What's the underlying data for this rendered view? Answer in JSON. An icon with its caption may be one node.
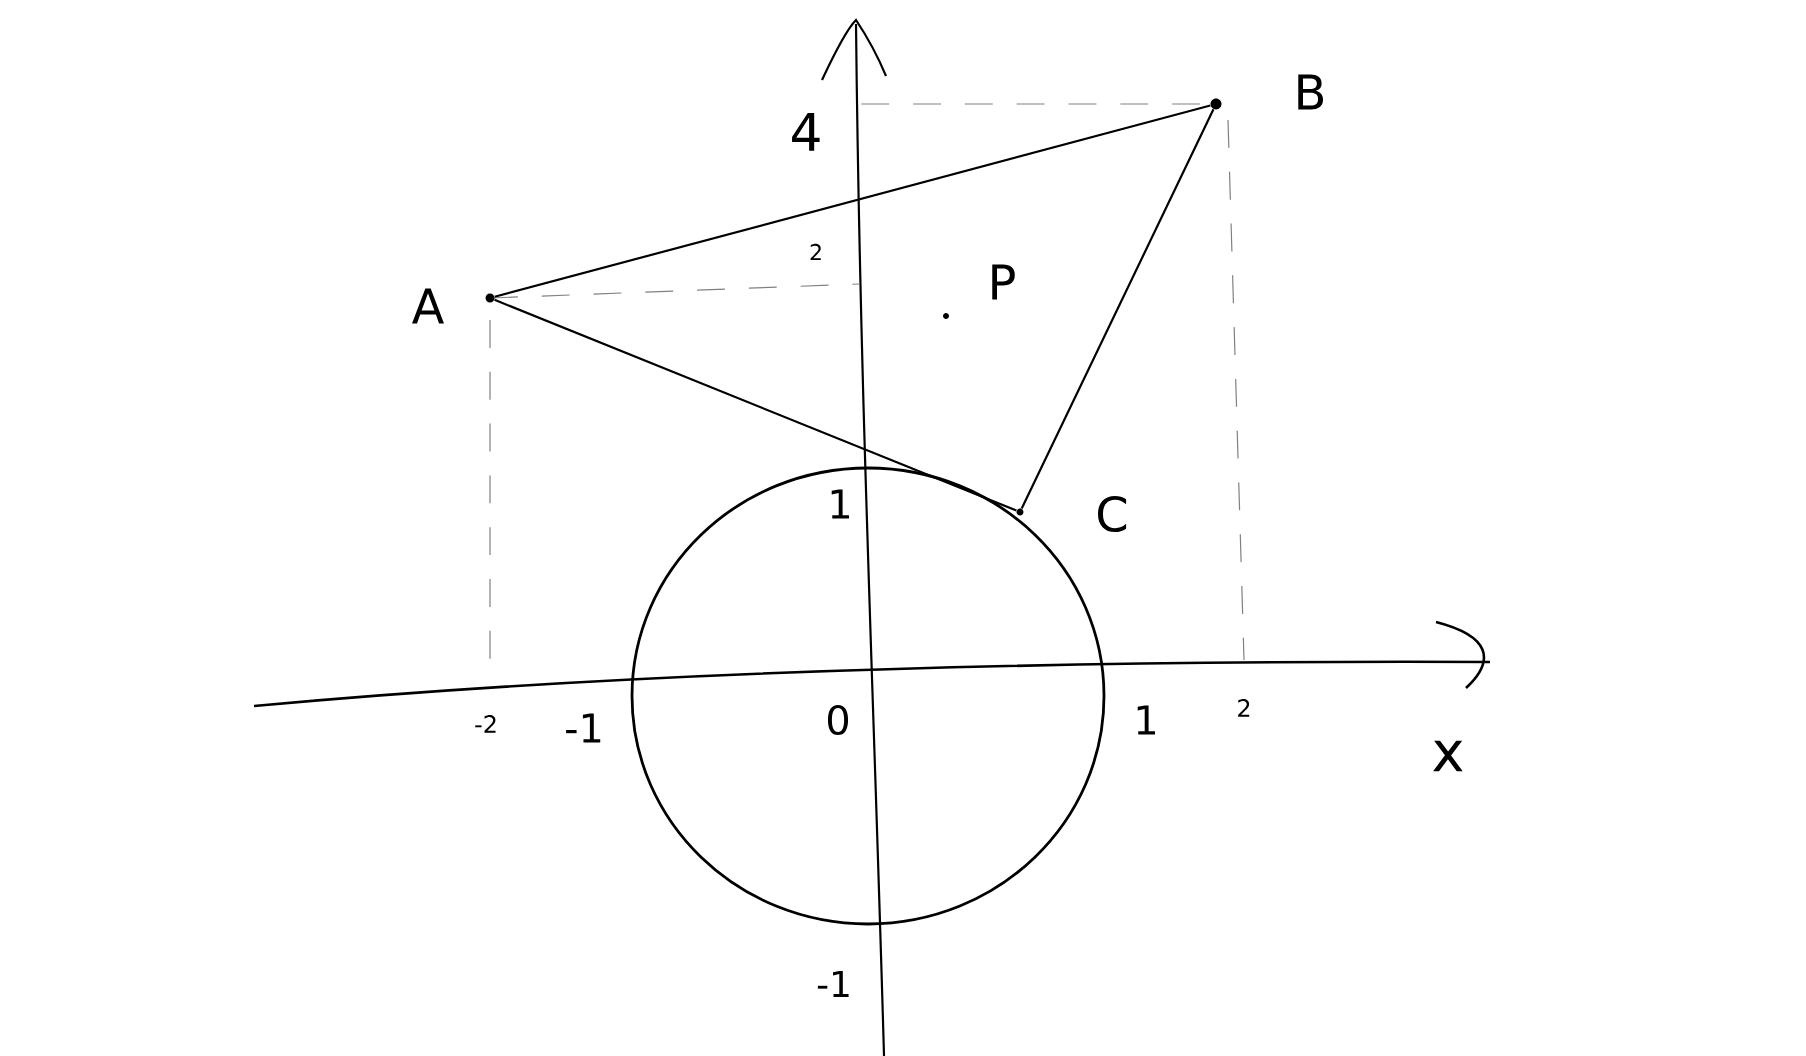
{
  "diagram": {
    "nodes": [
      {
        "text": [],
        "shape": "circle",
        "beside": [
          "A"
        ]
      },
      {
        "text": [],
        "shape": "circle",
        "beside": [
          "B"
        ]
      },
      {
        "text": [],
        "shape": "circle",
        "beside": [
          "P"
        ]
      },
      {
        "text": [],
        "shape": "circle",
        "beside": [
          "C"
        ]
      }
    ],
    "edges": [
      {
        "from": 0,
        "to": 1,
        "arrow": "none"
      },
      {
        "from": 0,
        "to": 3,
        "arrow": "none"
      },
      {
        "from": 1,
        "to": 3,
        "arrow": "none"
      }
    ],
    "labels": [
      "4",
      "2",
      "1",
      "-2",
      "-1",
      "0",
      "1",
      "2",
      "x",
      "-1"
    ]
  }
}
